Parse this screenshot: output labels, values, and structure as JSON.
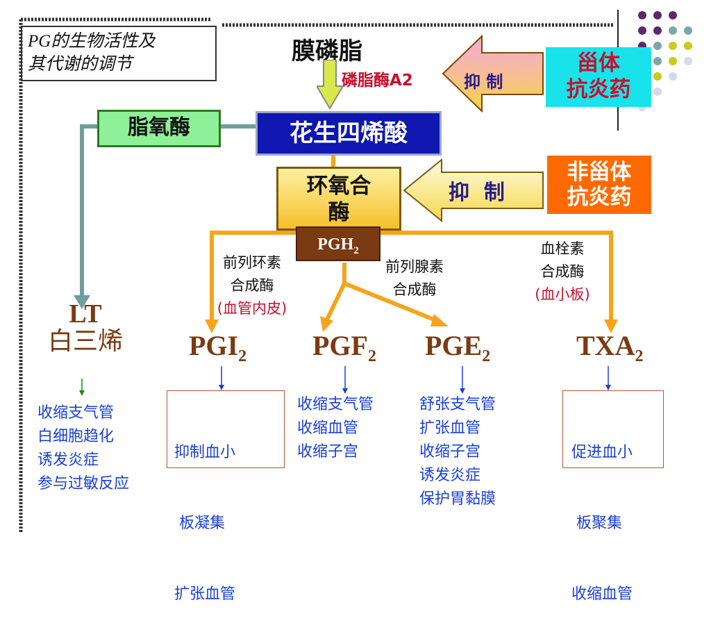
{
  "title": {
    "line1": "PG的生物活性及",
    "line2": "其代谢的调节"
  },
  "top": {
    "phospholipid": "膜磷脂",
    "pla2": "磷脂酶A2"
  },
  "steroid": {
    "inhibit": "抑 制",
    "label_line1": "甾体",
    "label_line2": "抗炎药"
  },
  "nsaid": {
    "inhibit": "抑  制",
    "label_line1": "非甾体",
    "label_line2": "抗炎药"
  },
  "arachidonic": "花生四烯酸",
  "lipoxygenase": "脂氧酶",
  "cox": {
    "line1": "环氧合",
    "line2": "酶"
  },
  "pgh2": {
    "base": "PGH",
    "sub": "2"
  },
  "enzymes": {
    "prostacyclin": {
      "line1": "前列环素",
      "line2": "合成酶",
      "line3": "(血管内皮)"
    },
    "prostaglandin": {
      "line1": "前列腺素",
      "line2": "合成酶"
    },
    "thromboxane": {
      "line1": "血栓素",
      "line2": "合成酶",
      "line3": "(血小板)"
    }
  },
  "products": {
    "lt": {
      "line1": "LT",
      "line2": "白三烯"
    },
    "pgi2": {
      "base": "PGI",
      "sub": "2"
    },
    "pgf2": {
      "base": "PGF",
      "sub": "2"
    },
    "pge2": {
      "base": "PGE",
      "sub": "2"
    },
    "txa2": {
      "base": "TXA",
      "sub": "2"
    }
  },
  "effects": {
    "lt": [
      "收缩支气管",
      "白细胞趋化",
      "诱发炎症",
      "参与过敏反应"
    ],
    "pgi2": [
      "抑制血小",
      " 板凝集",
      "扩张血管"
    ],
    "pgf2": [
      "收缩支气管",
      "收缩血管",
      "收缩子宫"
    ],
    "pge2": [
      "舒张支气管",
      "扩张血管",
      "收缩子宫",
      "诱发炎症",
      "保护胃黏膜"
    ],
    "txa2": [
      "促进血小",
      " 板聚集",
      "收缩血管"
    ]
  },
  "colors": {
    "accent_orange": "#f7a41b",
    "enzyme_red": "#c8102e",
    "effect_blue": "#1a3fd6",
    "product_brown": "#7a3a12",
    "arachidonic_bg": "#0f17b0",
    "steroid_bg": "#19e3ea",
    "nsaid_bg": "#ff6a00",
    "lipoxygenase_bg": "#8ff09a",
    "pgh2_bg": "#7a3a12"
  }
}
